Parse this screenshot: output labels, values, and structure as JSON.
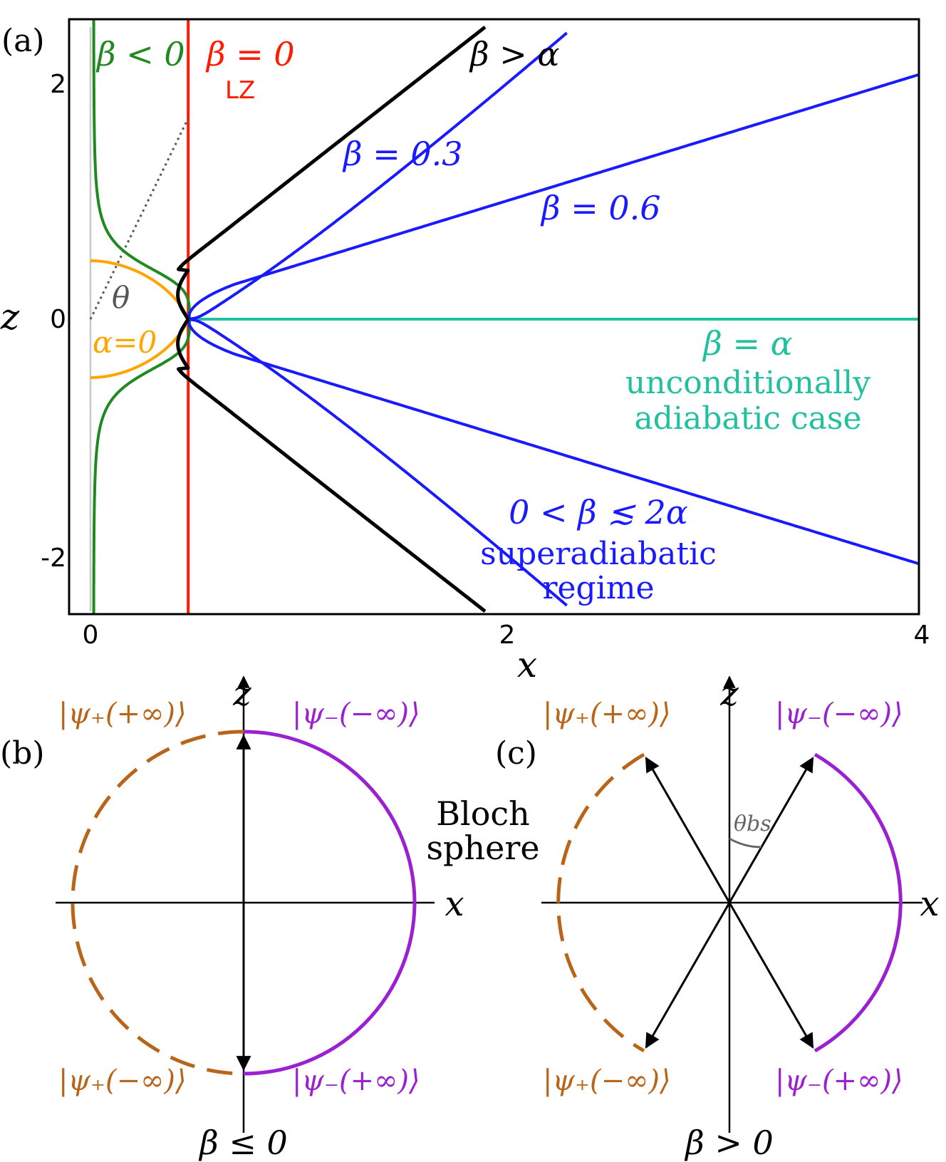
{
  "panel_a": {
    "label": "(a)",
    "xlabel": "x",
    "ylabel": "z",
    "xticks": [
      "0",
      "2",
      "4"
    ],
    "zticks": [
      "2",
      "0",
      "-2"
    ],
    "xlim": [
      -0.1,
      4.0
    ],
    "zlim": [
      -2.45,
      2.45
    ],
    "angle_label": "θ",
    "labels": {
      "beta_neg": "β < 0",
      "beta_zero": "β = 0",
      "lz": "LZ",
      "beta_gt_alpha": "β > α",
      "beta_03": "β = 0.3",
      "beta_06": "β = 0.6",
      "alpha_zero": "α=0",
      "beta_eq_alpha": "β = α",
      "uncond_1": "unconditionally",
      "uncond_2": "adiabatic case",
      "superadiabatic_ineq": "0 < β ≲ 2α",
      "superadiabatic_1": "superadiabatic",
      "superadiabatic_2": "regime"
    },
    "colors": {
      "beta_neg": "#1f8a1f",
      "beta_zero": "#ff1a00",
      "beta_gt_alpha": "#000000",
      "blue": "#1a1aff",
      "alpha_zero": "#ffa500",
      "beta_eq_alpha": "#20c0a0",
      "guide": "#c8c8c8",
      "dotted": "#555555"
    }
  },
  "bloch_title_1": "Bloch",
  "bloch_title_2": "sphere",
  "panel_b": {
    "label": "(b)",
    "axis_z": "z",
    "axis_x": "x",
    "psi_plus_inf_top": "|ψ₊(+∞)⟩",
    "psi_minus_ninf_top": "|ψ₋(−∞)⟩",
    "psi_plus_ninf_bottom": "|ψ₊(−∞)⟩",
    "psi_minus_inf_bottom": "|ψ₋(+∞)⟩",
    "condition": "β ≤ 0"
  },
  "panel_c": {
    "label": "(c)",
    "axis_z": "z",
    "axis_x": "x",
    "angle_label": "θbs",
    "psi_plus_inf_top": "|ψ₊(+∞)⟩",
    "psi_minus_ninf_top": "|ψ₋(−∞)⟩",
    "psi_plus_ninf_bottom": "|ψ₊(−∞)⟩",
    "psi_minus_inf_bottom": "|ψ₋(+∞)⟩",
    "condition": "β > 0"
  },
  "colors": {
    "psi_plus": "#b8651a",
    "psi_minus": "#9a20d0",
    "arrow": "#000000",
    "angle_arc": "#666666"
  }
}
